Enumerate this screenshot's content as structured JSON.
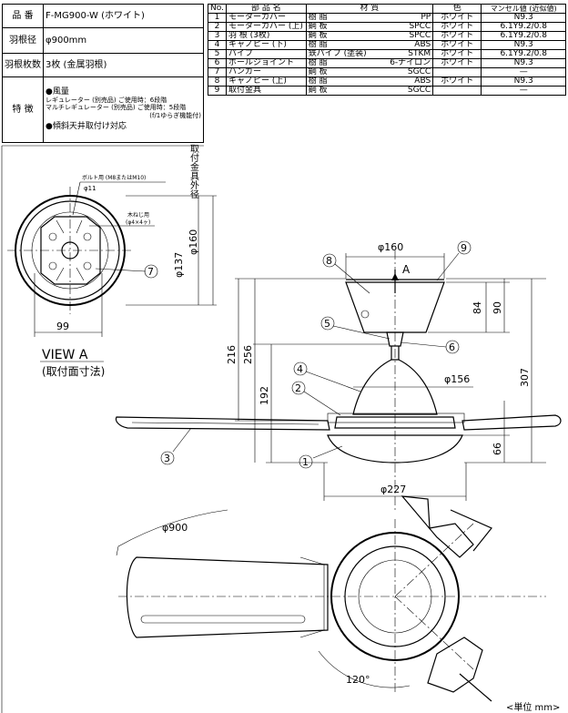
{
  "spec": {
    "rows": [
      {
        "label": "品 番",
        "value": "F-MG900-W (ホワイト)"
      },
      {
        "label": "羽根径",
        "value": "φ900mm"
      },
      {
        "label": "羽根枚数",
        "value": "3枚 (金属羽根)"
      }
    ],
    "feature_label": "特 徴",
    "feature_lines": [
      "●風量",
      "レギュレーター (別売品) ご使用時：6段階",
      "マルチレギュレーター (別売品) ご使用時：5段階",
      "(f/1ゆらぎ機能付)",
      "●傾斜天井取付け対応"
    ]
  },
  "parts_table": {
    "headers": [
      "No.",
      "部 品 名",
      "材 質",
      "色",
      "マンセル値 (近似値)"
    ],
    "rows": [
      {
        "no": "1",
        "name": "モーターカバー",
        "material": "樹 脂",
        "material_code": "PP",
        "color": "ホワイト",
        "munsell": "N9.3"
      },
      {
        "no": "2",
        "name": "モーターカバー (上)",
        "material": "鋼 板",
        "material_code": "SPCC",
        "color": "ホワイト",
        "munsell": "6.1Y9.2/0.8"
      },
      {
        "no": "3",
        "name": "羽 根 (3枚)",
        "material": "鋼 板",
        "material_code": "SPCC",
        "color": "ホワイト",
        "munsell": "6.1Y9.2/0.8"
      },
      {
        "no": "4",
        "name": "キャノピー (下)",
        "material": "樹 脂",
        "material_code": "ABS",
        "color": "ホワイト",
        "munsell": "N9.3"
      },
      {
        "no": "5",
        "name": "パイプ",
        "material": "鉄パイプ (塗装)",
        "material_code": "STKM",
        "color": "ホワイト",
        "munsell": "6.1Y9.2/0.8"
      },
      {
        "no": "6",
        "name": "ボールジョイント",
        "material": "樹 脂",
        "material_code": "6-ナイロン",
        "color": "ホワイト",
        "munsell": "N9.3"
      },
      {
        "no": "7",
        "name": "ハンガー",
        "material": "鋼 板",
        "material_code": "SGCC",
        "color": "",
        "munsell": "—"
      },
      {
        "no": "8",
        "name": "キャノピー (上)",
        "material": "樹 脂",
        "material_code": "ABS",
        "color": "ホワイト",
        "munsell": "N9.3"
      },
      {
        "no": "9",
        "name": "取付金具",
        "material": "鋼 板",
        "material_code": "SGCC",
        "color": "",
        "munsell": "—"
      }
    ]
  },
  "diagram": {
    "vertical_label": "取付金具外径",
    "bolt_note": "ボルト用 (M8またはM10)",
    "bolt_dia": "φ11",
    "screw_note_1": "木ねじ用",
    "screw_note_2": "(φ4×4ヶ)",
    "view_title": "VIEW A",
    "view_sub": "(取付面寸法)",
    "dims": {
      "d137": "φ137",
      "d160_left": "φ160",
      "d99": "99",
      "d160_top": "φ160",
      "d84": "84",
      "d90": "90",
      "d216": "216",
      "d256": "256",
      "d192": "192",
      "d156": "φ156",
      "d307": "307",
      "d66": "66",
      "d227": "φ227",
      "d900": "φ900",
      "a120": "120°"
    },
    "arrow_label": "A",
    "callouts": [
      "1",
      "2",
      "3",
      "4",
      "5",
      "6",
      "7",
      "8",
      "9"
    ],
    "unit_note": "<単位 mm>"
  }
}
